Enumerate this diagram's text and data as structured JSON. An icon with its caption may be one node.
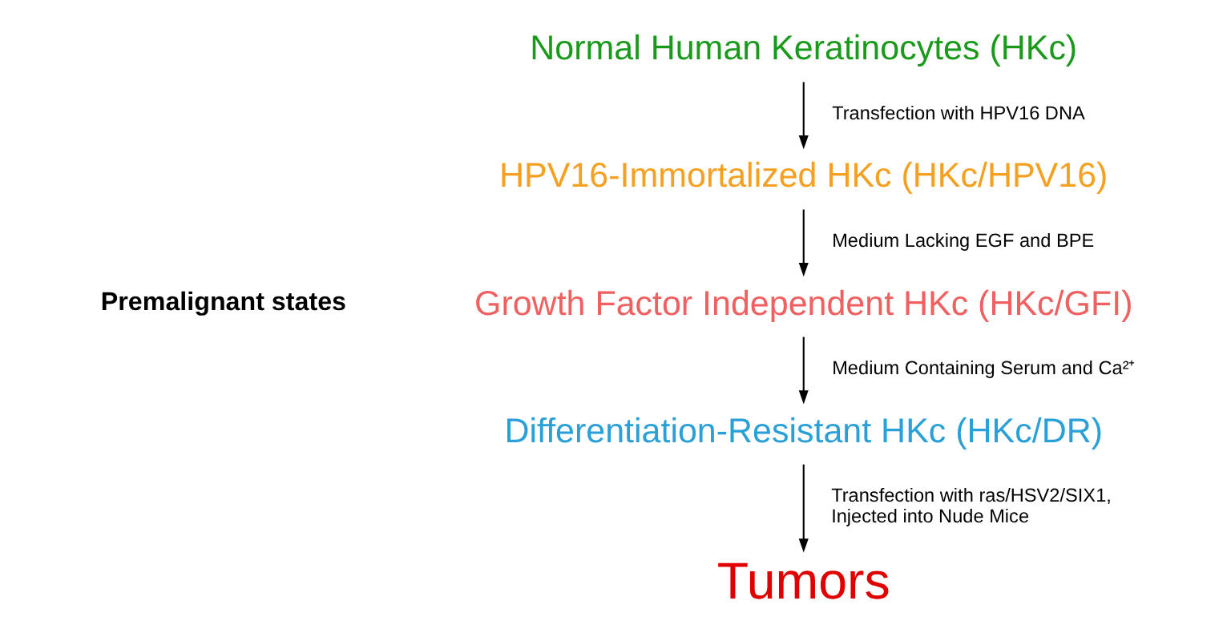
{
  "diagram": {
    "nodes": [
      {
        "text": [
          "Normal Human Keratinocytes (HKc)"
        ]
      },
      {
        "text": [
          "HPV16-Immortalized HKc (HKc/HPV16)"
        ]
      },
      {
        "text": [
          "Growth Factor Independent HKc (HKc/GFI)"
        ]
      },
      {
        "text": [
          "Differentiation-Resistant HKc (HKc/DR)"
        ]
      },
      {
        "text": [
          "Tumors"
        ]
      }
    ],
    "edges": [
      {
        "from": 0,
        "to": 1,
        "arrow": "to",
        "label": "Transfection with HPV16 DNA"
      },
      {
        "from": 1,
        "to": 2,
        "arrow": "to",
        "label": "Medium Lacking EGF and BPE"
      },
      {
        "from": 2,
        "to": 3,
        "arrow": "to",
        "label": "Medium Containing Serum and Ca²⁺"
      },
      {
        "from": 3,
        "to": 4,
        "arrow": "to",
        "label": "Transfection with ras/HSV2/SIX1, Injected into Nude Mice"
      }
    ],
    "labels": [
      "Premalignant states"
    ]
  }
}
